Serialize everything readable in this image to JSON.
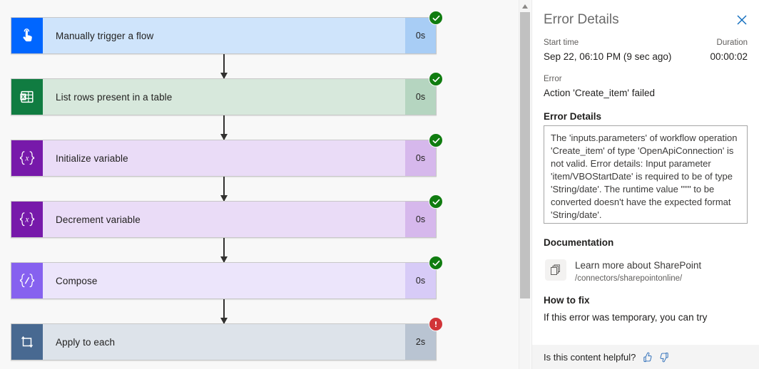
{
  "flow": {
    "steps": [
      {
        "title": "Manually trigger a flow",
        "duration": "0s",
        "status": "success",
        "icon": "tap-finger-icon",
        "icon_bg": "#0066ff",
        "body_bg": "#cfe4fb",
        "duration_bg": "#a8cdf5"
      },
      {
        "title": "List rows present in a table",
        "duration": "0s",
        "status": "success",
        "icon": "excel-table-icon",
        "icon_bg": "#107c41",
        "body_bg": "#d7e8dc",
        "duration_bg": "#b5d5c0"
      },
      {
        "title": "Initialize variable",
        "duration": "0s",
        "status": "success",
        "icon": "variable-braces-icon",
        "icon_bg": "#7719aa",
        "body_bg": "#eadcf7",
        "duration_bg": "#d6b8ec"
      },
      {
        "title": "Decrement variable",
        "duration": "0s",
        "status": "success",
        "icon": "variable-braces-icon",
        "icon_bg": "#7719aa",
        "body_bg": "#eadcf7",
        "duration_bg": "#d6b8ec"
      },
      {
        "title": "Compose",
        "duration": "0s",
        "status": "success",
        "icon": "compose-braces-icon",
        "icon_bg": "#8661ef",
        "body_bg": "#ece5fb",
        "duration_bg": "#d7cbf7"
      },
      {
        "title": "Apply to each",
        "duration": "2s",
        "status": "error",
        "icon": "loop-foreach-icon",
        "icon_bg": "#486991",
        "body_bg": "#dde3ea",
        "duration_bg": "#b9c4d2"
      }
    ],
    "status_colors": {
      "success": "#107c10",
      "error": "#d13438"
    }
  },
  "scrollbar": {
    "up_arrow_icon": "chevron-up-icon"
  },
  "panel": {
    "title": "Error Details",
    "close_icon": "close-icon",
    "start_time_label": "Start time",
    "start_time_value": "Sep 22, 06:10 PM (9 sec ago)",
    "duration_label": "Duration",
    "duration_value": "00:00:02",
    "error_label": "Error",
    "error_value": "Action 'Create_item' failed",
    "error_details_heading": "Error Details",
    "error_details_text": "The 'inputs.parameters' of workflow operation 'Create_item' of type 'OpenApiConnection' is not valid. Error details: Input parameter 'item/VBOStartDate' is required to be of type 'String/date'. The runtime value \"''\" to be converted doesn't have the expected format 'String/date'.",
    "documentation_heading": "Documentation",
    "doc_link_icon": "pages-stack-icon",
    "doc_link_title": "Learn more about SharePoint",
    "doc_link_url": "/connectors/sharepointonline/",
    "howto_heading": "How to fix",
    "howto_text": "If this error was temporary, you can try",
    "feedback_text": "Is this content helpful?",
    "thumbs_up_icon": "thumbs-up-icon",
    "thumbs_down_icon": "thumbs-down-icon",
    "accent_color": "#0f6cbd"
  }
}
